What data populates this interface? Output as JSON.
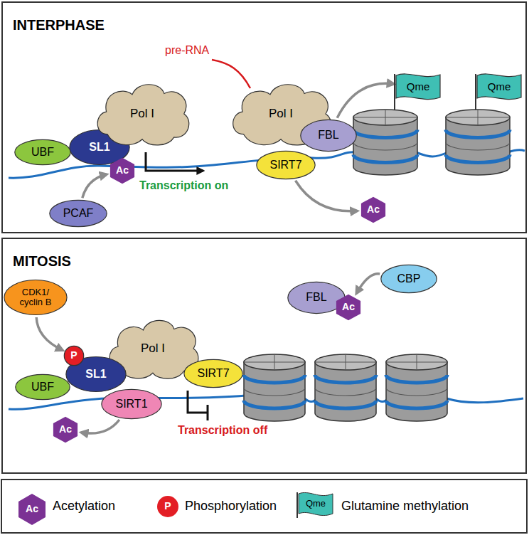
{
  "diagram": {
    "nodes": [
      {
        "text": [
          "INTERPHASE"
        ]
      },
      {
        "text": [
          "UBF"
        ],
        "in": 0
      },
      {
        "text": [
          "SL1"
        ],
        "in": 0
      },
      {
        "text": [
          "Ac"
        ],
        "in": 0
      },
      {
        "text": [
          "PCAF"
        ],
        "in": 0
      },
      {
        "text": [
          "Pol I"
        ],
        "in": 0
      },
      {
        "text": [
          "Pol I"
        ],
        "in": 0
      },
      {
        "text": [
          "FBL"
        ],
        "in": 0
      },
      {
        "text": [
          "SIRT7"
        ],
        "in": 0
      },
      {
        "text": [
          "Ac"
        ],
        "in": 0
      },
      {
        "text": [
          "Qme"
        ],
        "in": 0
      },
      {
        "text": [
          "Qme"
        ],
        "in": 0
      },
      {
        "text": [
          "MITOSIS"
        ]
      },
      {
        "text": [
          "CDK1/ cyclin B"
        ],
        "in": 12
      },
      {
        "text": [
          "P"
        ],
        "in": 12
      },
      {
        "text": [
          "UBF"
        ],
        "in": 12
      },
      {
        "text": [
          "SL1"
        ],
        "in": 12
      },
      {
        "text": [
          "Pol I"
        ],
        "in": 12
      },
      {
        "text": [
          "SIRT1"
        ],
        "in": 12
      },
      {
        "text": [
          "Ac"
        ],
        "in": 12
      },
      {
        "text": [
          "SIRT7"
        ],
        "in": 12
      },
      {
        "text": [
          "FBL"
        ],
        "in": 12
      },
      {
        "text": [
          "Ac"
        ],
        "in": 12
      },
      {
        "text": [
          "CBP"
        ],
        "in": 12
      }
    ],
    "edges": [
      {
        "from": 4,
        "to": 3,
        "arrow": "to"
      },
      {
        "from": 7,
        "to": 10,
        "arrow": "to"
      },
      {
        "from": 8,
        "to": 9,
        "arrow": "to"
      },
      {
        "from": 13,
        "to": 14,
        "arrow": "to"
      },
      {
        "from": 23,
        "to": 22,
        "arrow": "to"
      },
      {
        "from": 18,
        "to": 19,
        "arrow": "to"
      }
    ],
    "labels": [
      "pre-RNA",
      "Transcription on",
      "Transcription off",
      "Ac",
      "P",
      "Qme"
    ],
    "legend": [
      {
        "text": "Acetylation"
      },
      {
        "text": "Phosphorylation"
      },
      {
        "text": "Glutamine methylation"
      }
    ]
  }
}
